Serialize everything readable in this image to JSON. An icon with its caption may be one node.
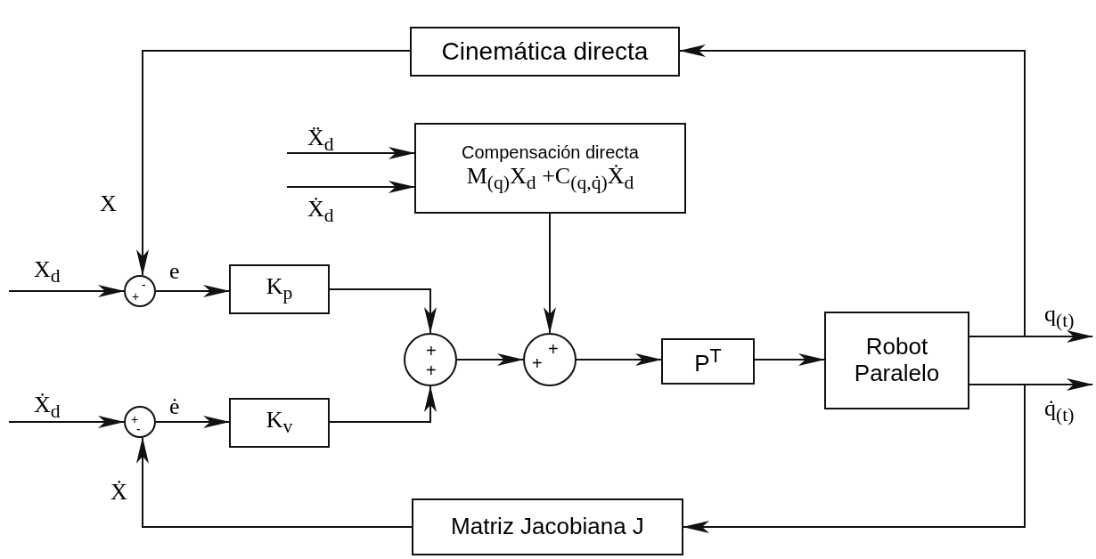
{
  "diagram": {
    "nodes": [
      {
        "text": [
          "Cinemática directa"
        ]
      },
      {
        "text": [
          "Compensación directa",
          "M$_{(q)}$X$_{d}$ +C$_{(q,q̇)}$Ẋ$_{d}$"
        ]
      },
      {
        "text": [
          "K$_{p}$"
        ]
      },
      {
        "text": [
          "K$_{v}$"
        ]
      },
      {
        "text": [
          "-",
          "+"
        ]
      },
      {
        "text": [
          "+",
          "-"
        ]
      },
      {
        "text": [
          "+",
          "+"
        ]
      },
      {
        "text": [
          "+",
          "+"
        ]
      },
      {
        "text": [
          "P$^{T}$"
        ]
      },
      {
        "text": [
          "Robot Paralelo"
        ]
      },
      {
        "text": [
          "Matriz Jacobiana J"
        ]
      }
    ],
    "edges": [
      {
        "from": null,
        "to": 4,
        "arrow": "to",
        "label": "X$_{d}$"
      },
      {
        "from": 4,
        "to": 2,
        "arrow": "to",
        "label": "e"
      },
      {
        "from": 2,
        "to": 6,
        "arrow": "to"
      },
      {
        "from": null,
        "to": 5,
        "arrow": "to",
        "label": "Ẋ$_{d}$"
      },
      {
        "from": 5,
        "to": 3,
        "arrow": "to",
        "label": "ė"
      },
      {
        "from": 3,
        "to": 6,
        "arrow": "to"
      },
      {
        "from": null,
        "to": 1,
        "arrow": "to",
        "label": "Ẍ$_{d}$"
      },
      {
        "from": null,
        "to": 1,
        "arrow": "to",
        "label": "Ẋ$_{d}$"
      },
      {
        "from": 1,
        "to": 7,
        "arrow": "to"
      },
      {
        "from": 6,
        "to": 7,
        "arrow": "to"
      },
      {
        "from": 7,
        "to": 8,
        "arrow": "to"
      },
      {
        "from": 8,
        "to": 9,
        "arrow": "to"
      },
      {
        "from": 9,
        "to": null,
        "arrow": "to",
        "label": "q$_{(t)}$"
      },
      {
        "from": 9,
        "to": null,
        "arrow": "to",
        "label": "q̇$_{(t)}$"
      },
      {
        "from": 9,
        "to": 0,
        "arrow": "to"
      },
      {
        "from": 9,
        "to": 10,
        "arrow": "to"
      },
      {
        "from": 0,
        "to": 4,
        "arrow": "to",
        "label": "X"
      },
      {
        "from": 10,
        "to": 5,
        "arrow": "to",
        "label": "Ẋ"
      }
    ]
  }
}
